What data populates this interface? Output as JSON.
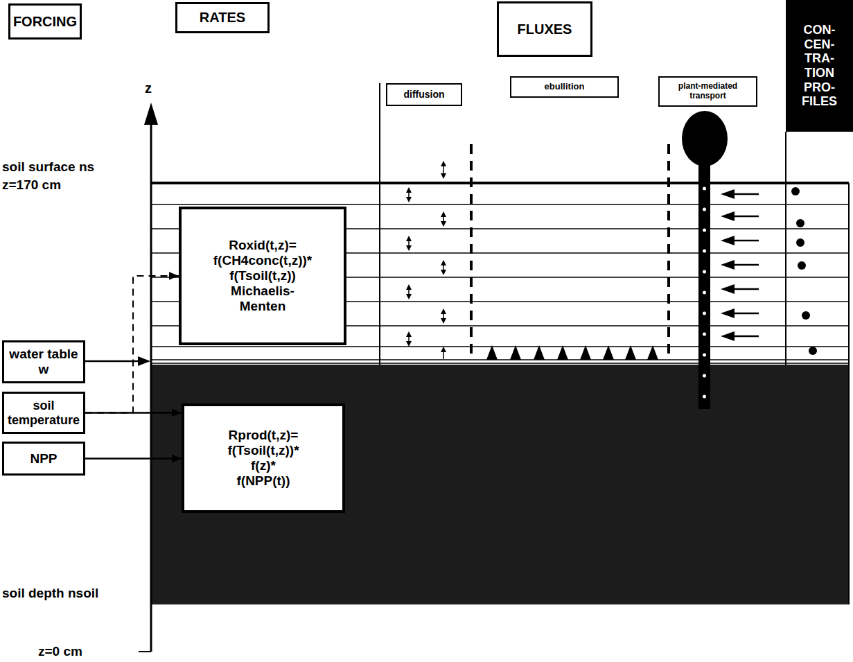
{
  "diagram": {
    "nodes": [
      {
        "text": [
          "FORCING"
        ]
      },
      {
        "text": [
          "RATES"
        ]
      },
      {
        "text": [
          "FLUXES"
        ]
      },
      {
        "text": [
          "CON- CEN- TRA- TION PRO- FILES"
        ]
      },
      {
        "text": [
          "diffusion"
        ]
      },
      {
        "text": [
          "ebullition"
        ]
      },
      {
        "text": [
          "plant-mediated transport"
        ]
      },
      {
        "text": [
          "Roxid(t,z)= f(CH4conc(t,z))* f(Tsoil(t,z))",
          "Michaelis-Menten"
        ]
      },
      {
        "text": [
          "water table w"
        ]
      },
      {
        "text": [
          "soil temperature"
        ]
      },
      {
        "text": [
          "Rprod(t,z)= f(Tsoil(t,z))* f(z)* f(NPP(t))"
        ]
      },
      {
        "text": [
          "NPP"
        ]
      }
    ],
    "edges": [
      {
        "from": 9,
        "to": 7,
        "arrow": "to"
      },
      {
        "from": 9,
        "to": 10,
        "arrow": "to"
      },
      {
        "from": 11,
        "to": 10,
        "arrow": "to"
      }
    ],
    "labels": [
      "z",
      "soil surface ns",
      "z=170 cm",
      "soil depth nsoil",
      "z=0 cm"
    ]
  }
}
